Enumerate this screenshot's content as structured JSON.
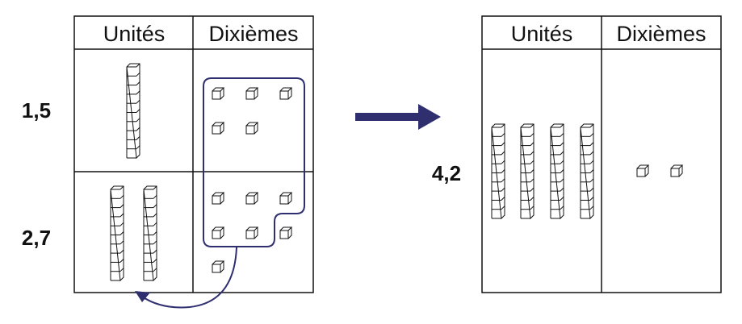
{
  "colors": {
    "accent": "#2f2f6f",
    "line": "#111111"
  },
  "left_table": {
    "headers": [
      "Unités",
      "Dixièmes"
    ],
    "rows": [
      {
        "label": "1,5",
        "units": 1,
        "tenths": 5
      },
      {
        "label": "2,7",
        "units": 2,
        "tenths": 7
      }
    ],
    "grouped_tenths": 10
  },
  "right_table": {
    "headers": [
      "Unités",
      "Dixièmes"
    ],
    "rows": [
      {
        "label": "4,2",
        "units": 4,
        "tenths": 2
      }
    ]
  },
  "icons": {
    "arrow": "right-arrow-icon",
    "regroup": "curved-arrow-icon"
  }
}
